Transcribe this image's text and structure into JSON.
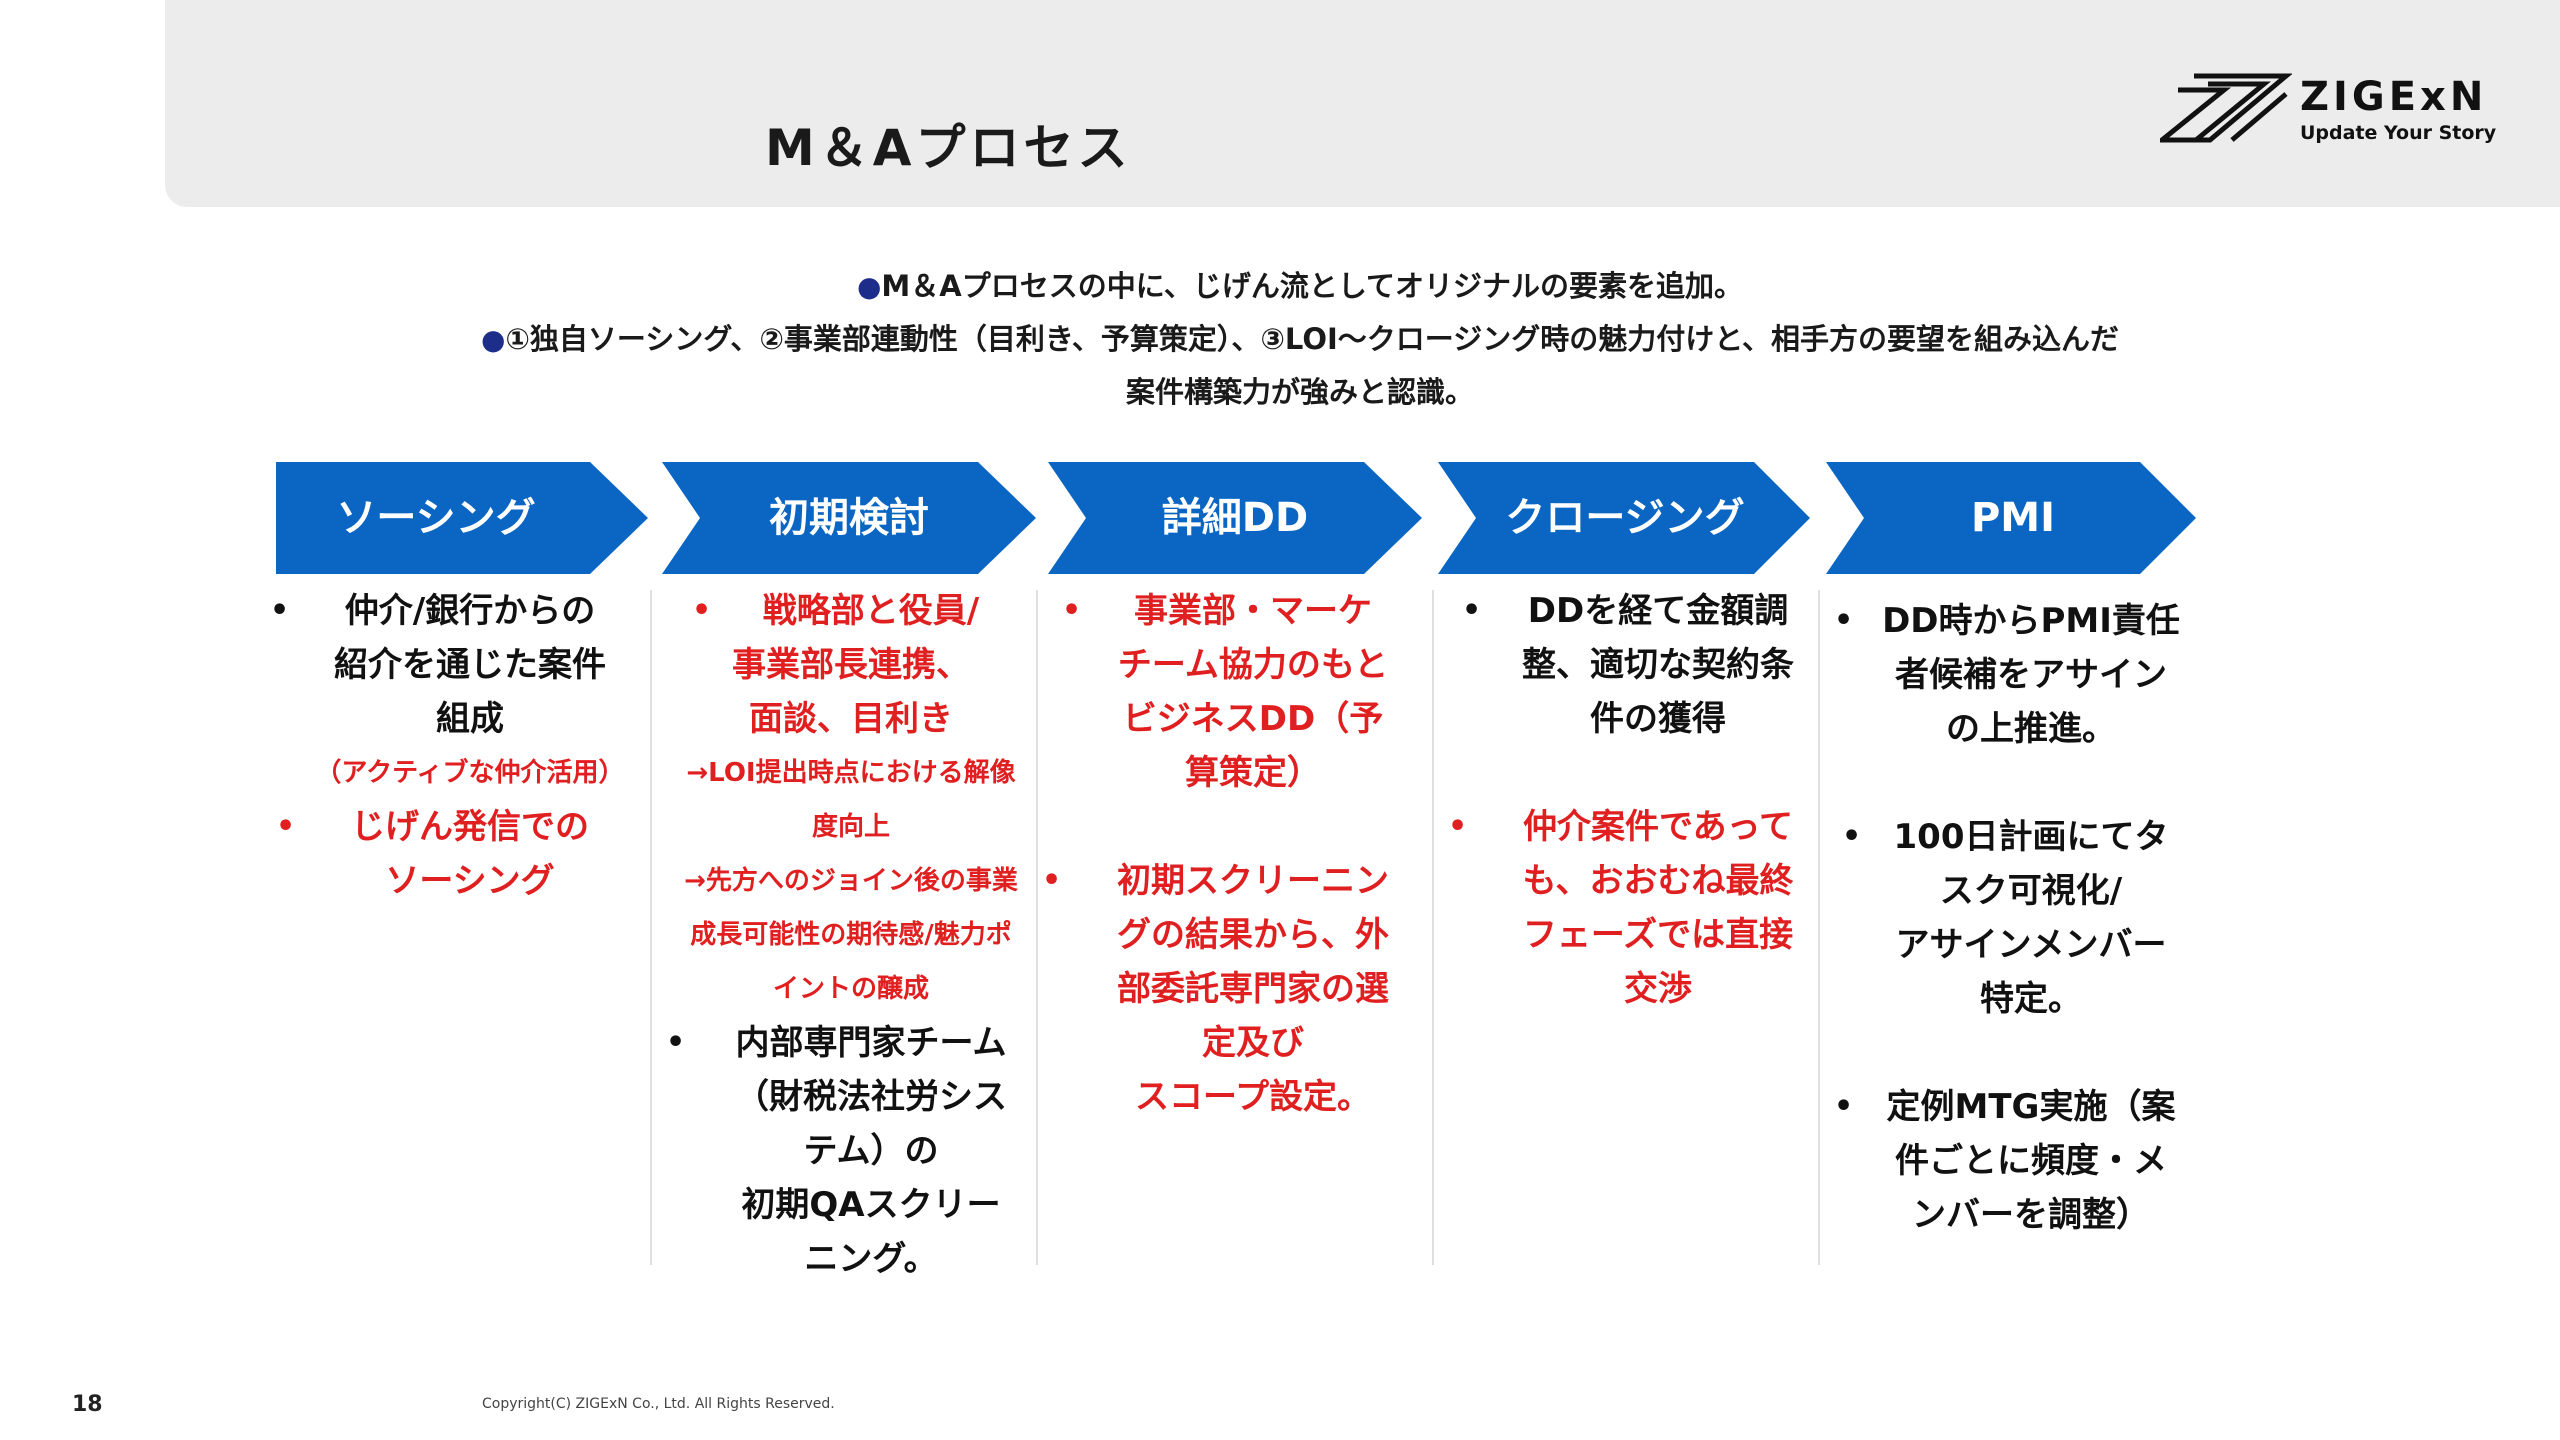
{
  "header": {
    "title": "M＆Aプロセス",
    "logo": {
      "wordmark": "ZIGExN",
      "tagline": "Update Your Story"
    }
  },
  "summary": {
    "line1": "M＆Aプロセスの中に、じげん流としてオリジナルの要素を追加。",
    "line2": "①独自ソーシング、②事業部連動性（目利き、予算策定）、③LOI～クロージング時の魅力付けと、相手方の要望を組み込んだ",
    "line3": "案件構築力が強みと認識。"
  },
  "theme": {
    "arrow_blue": "#0a66c2",
    "red": "#e02020"
  },
  "stages": [
    {
      "label": "ソーシング"
    },
    {
      "label": "初期検討"
    },
    {
      "label": "詳細DD"
    },
    {
      "label": "クロージング"
    },
    {
      "label": "PMI"
    }
  ],
  "columns": {
    "sourcing": {
      "item1": [
        "仲介/銀行からの",
        "紹介を通じた案件",
        "組成"
      ],
      "note": "（アクティブな仲介活用）",
      "item2": [
        "じげん発信での",
        "ソーシング"
      ]
    },
    "initial": {
      "item1": [
        "戦略部と役員/",
        "事業部長連携、",
        "面談、目利き"
      ],
      "sub1": [
        "→LOI提出時点における解像",
        "度向上"
      ],
      "sub2": [
        "→先方へのジョイン後の事業",
        "成長可能性の期待感/魅力ポ",
        "イントの醸成"
      ],
      "item2": [
        "内部専門家チーム",
        "（財税法社労シス",
        "テム）の",
        "初期QAスクリー",
        "ニング。"
      ]
    },
    "dd": {
      "item1": [
        "事業部・マーケ",
        "チーム協力のもと",
        "ビジネスDD（予",
        "算策定）"
      ],
      "item2": [
        "初期スクリーニン",
        "グの結果から、外",
        "部委託専門家の選",
        "定及び",
        "スコープ設定。"
      ]
    },
    "closing": {
      "item1": [
        "DDを経て金額調",
        "整、適切な契約条",
        "件の獲得"
      ],
      "item2": [
        "仲介案件であって",
        "も、おおむね最終",
        "フェーズでは直接",
        "交渉"
      ]
    },
    "pmi": {
      "item1": [
        "DD時からPMI責任",
        "者候補をアサイン",
        "の上推進。"
      ],
      "item2": [
        "100日計画にてタ",
        "スク可視化/",
        "アサインメンバー",
        "特定。"
      ],
      "item3": [
        "定例MTG実施（案",
        "件ごとに頻度・メ",
        "ンバーを調整）"
      ]
    }
  },
  "footer": {
    "page_number": "18",
    "copyright": "Copyright(C)  ZIGExN  Co., Ltd. All Rights Reserved."
  }
}
